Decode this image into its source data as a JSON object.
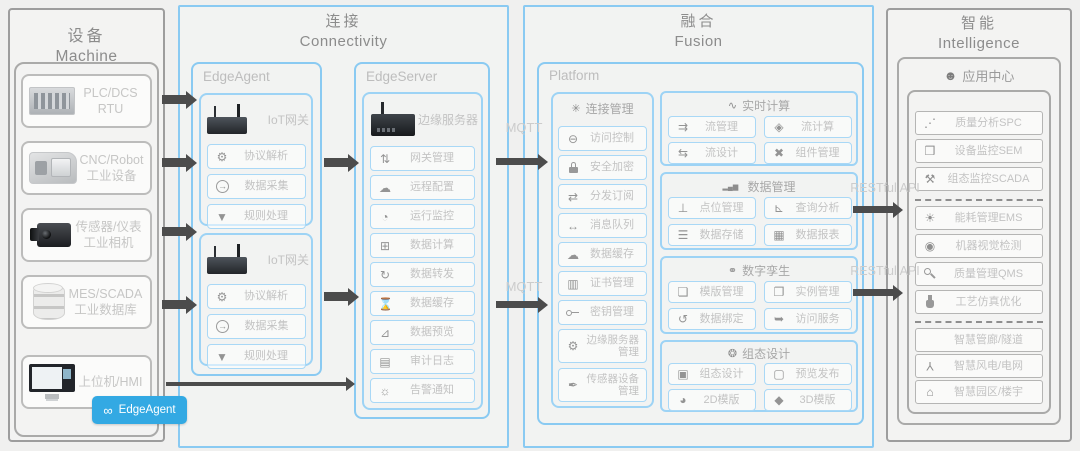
{
  "labels": {
    "mqtt": "MQTT",
    "restful_api": "RESTful API"
  },
  "machine": {
    "title_zh": "设备",
    "title_en": "Machine",
    "devices": [
      {
        "icon_name": "plc-device-image",
        "line1": "PLC/DCS",
        "line2": "RTU"
      },
      {
        "icon_name": "cnc-machine-image",
        "line1": "CNC/Robot",
        "line2": "工业设备"
      },
      {
        "icon_name": "industrial-camera-image",
        "line1": "传感器/仪表",
        "line2": "工业相机"
      },
      {
        "icon_name": "database-image",
        "line1": "MES/SCADA",
        "line2": "工业数据库"
      },
      {
        "icon_name": "hmi-monitor-image",
        "line1": "上位机/HMI",
        "line2": ""
      }
    ],
    "edgeagent_button": {
      "icon_name": "chain-link-icon",
      "icon": "∞",
      "label": "EdgeAgent"
    }
  },
  "connectivity": {
    "title_zh": "连接",
    "title_en": "Connectivity",
    "edgeagent": {
      "title": "EdgeAgent",
      "gateways": [
        {
          "device_label": "IoT网关",
          "items": [
            {
              "icon_name": "gear-icon",
              "icon": "⚙",
              "label": "协议解析"
            },
            {
              "icon_name": "circle-arrow-icon",
              "icon": "→",
              "label": "数据采集"
            },
            {
              "icon_name": "filter-icon",
              "icon": "▼",
              "label": "规则处理"
            }
          ]
        },
        {
          "device_label": "IoT网关",
          "items": [
            {
              "icon_name": "gear-icon",
              "icon": "⚙",
              "label": "协议解析"
            },
            {
              "icon_name": "circle-arrow-icon",
              "icon": "→",
              "label": "数据采集"
            },
            {
              "icon_name": "filter-icon",
              "icon": "▼",
              "label": "规则处理"
            }
          ]
        }
      ]
    },
    "edgeserver": {
      "title": "EdgeServer",
      "device_label": "边缘服务器",
      "items": [
        {
          "icon_name": "gateway-manage-icon",
          "icon": "⇅",
          "label": "网关管理"
        },
        {
          "icon_name": "cloud-config-icon",
          "icon": "☁",
          "label": "远程配置"
        },
        {
          "icon_name": "gauge-icon",
          "icon": "◔",
          "label": "运行监控"
        },
        {
          "icon_name": "grid-compute-icon",
          "icon": "⊞",
          "label": "数据计算"
        },
        {
          "icon_name": "forward-sync-icon",
          "icon": "↻",
          "label": "数据转发"
        },
        {
          "icon_name": "hourglass-cache-icon",
          "icon": "⌛",
          "label": "数据缓存"
        },
        {
          "icon_name": "chart-preview-icon",
          "icon": "⊿",
          "label": "数据预览"
        },
        {
          "icon_name": "log-document-icon",
          "icon": "▤",
          "label": "审计日志"
        },
        {
          "icon_name": "alarm-light-icon",
          "icon": "☼",
          "label": "告警通知"
        }
      ]
    }
  },
  "fusion": {
    "title_zh": "融合",
    "title_en": "Fusion",
    "platform": {
      "title": "Platform",
      "connection": {
        "icon_name": "asterisk-hub-icon",
        "icon": "✳",
        "title": "连接管理",
        "items": [
          {
            "icon_name": "minus-circle-icon",
            "icon": "⊖",
            "label": "访问控制"
          },
          {
            "icon_name": "lock-icon",
            "icon": "",
            "label": "安全加密"
          },
          {
            "icon_name": "swap-arrows-icon",
            "icon": "⇄",
            "label": "分发订阅"
          },
          {
            "icon_name": "message-queue-icon",
            "icon": "↔",
            "label": "消息队列"
          },
          {
            "icon_name": "cloud-cache-icon",
            "icon": "☁",
            "label": "数据缓存"
          },
          {
            "icon_name": "certificate-icon",
            "icon": "▥",
            "label": "证书管理"
          },
          {
            "icon_name": "key-icon",
            "icon": "",
            "label": "密钥管理"
          },
          {
            "icon_name": "double-gear-icon",
            "icon": "⚙",
            "label": "边缘服务器管理"
          },
          {
            "icon_name": "pushpin-icon",
            "icon": "✒",
            "label": "传感器设备管理"
          }
        ]
      },
      "groups": [
        {
          "icon_name": "pulse-icon",
          "icon": "∿",
          "title": "实时计算",
          "items": [
            {
              "icon_name": "stream-manage-icon",
              "icon": "⇉",
              "label": "流管理"
            },
            {
              "icon_name": "stream-compute-icon",
              "icon": "◈",
              "label": "流计算"
            },
            {
              "icon_name": "stream-design-icon",
              "icon": "⇆",
              "label": "流设计"
            },
            {
              "icon_name": "component-wrench-icon",
              "icon": "✖",
              "label": "组件管理"
            }
          ]
        },
        {
          "icon_name": "bar-chart-icon",
          "icon": "▂▄▆",
          "title": "数据管理",
          "items": [
            {
              "icon_name": "point-manage-icon",
              "icon": "⊥",
              "label": "点位管理"
            },
            {
              "icon_name": "query-analysis-icon",
              "icon": "⊾",
              "label": "查询分析"
            },
            {
              "icon_name": "data-storage-icon",
              "icon": "☰",
              "label": "数据存储"
            },
            {
              "icon_name": "data-report-icon",
              "icon": "▦",
              "label": "数据报表"
            }
          ]
        },
        {
          "icon_name": "linked-rings-icon",
          "icon": "⚭",
          "title": "数字孪生",
          "items": [
            {
              "icon_name": "template-manage-icon",
              "icon": "❏",
              "label": "模版管理"
            },
            {
              "icon_name": "instance-manage-icon",
              "icon": "❐",
              "label": "实例管理"
            },
            {
              "icon_name": "data-binding-icon",
              "icon": "↺",
              "label": "数据绑定"
            },
            {
              "icon_name": "access-service-icon",
              "icon": "➥",
              "label": "访问服务"
            }
          ]
        },
        {
          "icon_name": "flower-hub-icon",
          "icon": "❂",
          "title": "组态设计",
          "items": [
            {
              "icon_name": "scada-design-icon",
              "icon": "▣",
              "label": "组态设计"
            },
            {
              "icon_name": "preview-publish-icon",
              "icon": "▢",
              "label": "预览发布"
            },
            {
              "icon_name": "pie-2d-icon",
              "icon": "◕",
              "label": "2D模版"
            },
            {
              "icon_name": "cube-3d-icon",
              "icon": "◆",
              "label": "3D模版"
            }
          ]
        }
      ]
    }
  },
  "intelligence": {
    "title_zh": "智能",
    "title_en": "Intelligence",
    "app_center": {
      "icon_name": "app-center-head-icon",
      "icon": "☻",
      "title": "应用中心",
      "groups": [
        {
          "items": [
            {
              "icon_name": "spc-scatter-icon",
              "icon": "⋰",
              "label": "质量分析SPC"
            },
            {
              "icon_name": "sem-cube-icon",
              "icon": "❒",
              "label": "设备监控SEM"
            },
            {
              "icon_name": "scada-tools-icon",
              "icon": "⚒",
              "label": "组态监控SCADA"
            }
          ]
        },
        {
          "items": [
            {
              "icon_name": "energy-sun-icon",
              "icon": "☀",
              "label": "能耗管理EMS"
            },
            {
              "icon_name": "vision-eye-icon",
              "icon": "◉",
              "label": "机器视觉检测"
            },
            {
              "icon_name": "magnifier-icon",
              "icon": "",
              "label": "质量管理QMS"
            },
            {
              "icon_name": "flask-icon",
              "icon": "",
              "label": "工艺仿真优化"
            }
          ]
        },
        {
          "items": [
            {
              "icon_name": "no-icon",
              "icon": "",
              "label": "智慧管廊/隧道"
            },
            {
              "icon_name": "wind-turbine-icon",
              "icon": "Y",
              "label": "智慧风电/电网"
            },
            {
              "icon_name": "building-icon",
              "icon": "⌂",
              "label": "智慧园区/楼宇"
            }
          ]
        }
      ]
    }
  }
}
